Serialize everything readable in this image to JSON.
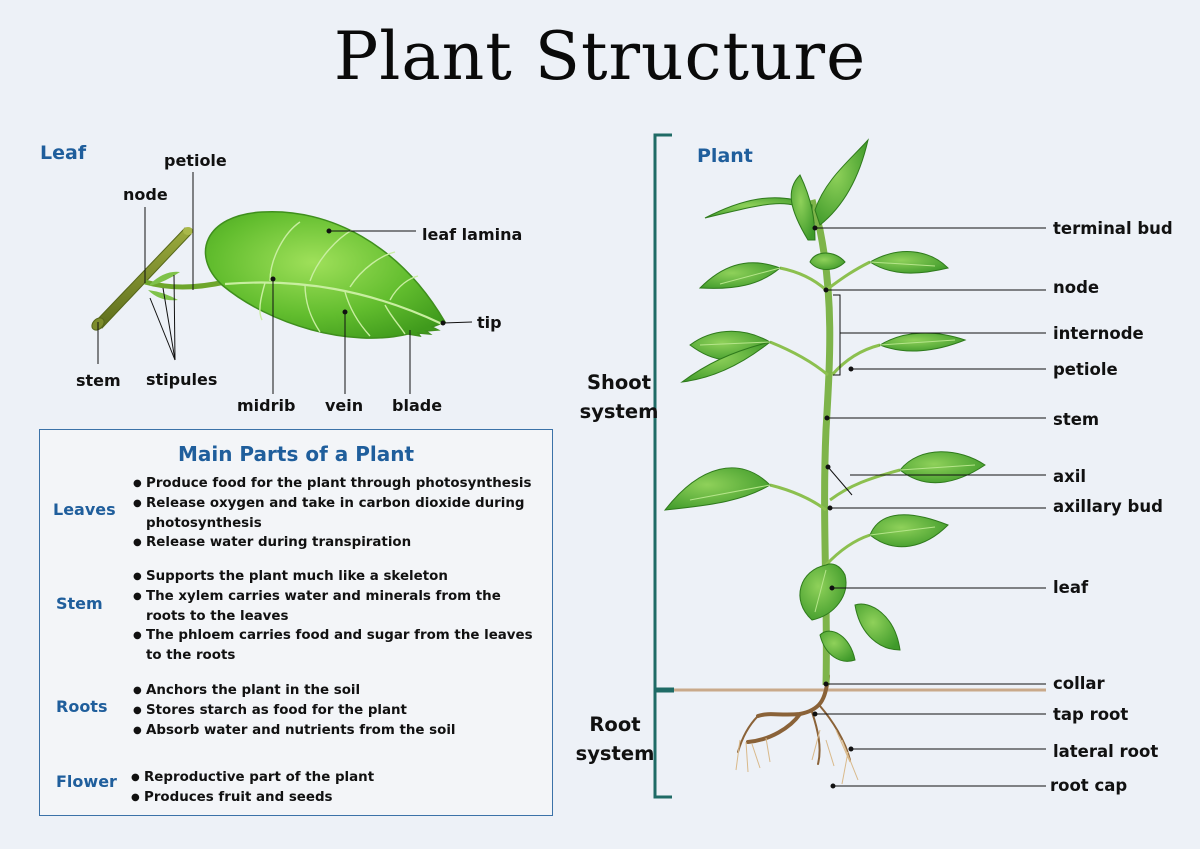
{
  "title": "Plant Structure",
  "leaf_section": {
    "heading": "Leaf",
    "labels": {
      "petiole": "petiole",
      "node": "node",
      "leaf_lamina": "leaf lamina",
      "tip": "tip",
      "stem": "stem",
      "stipules": "stipules",
      "midrib": "midrib",
      "vein": "vein",
      "blade": "blade"
    }
  },
  "main_parts": {
    "heading": "Main Parts of a Plant",
    "parts": [
      {
        "name": "Leaves",
        "bullets": [
          "Produce food for the plant through photosynthesis",
          "Release oxygen and take in carbon dioxide during photosynthesis",
          "Release water during transpiration"
        ]
      },
      {
        "name": "Stem",
        "bullets": [
          "Supports the plant much like a skeleton",
          "The xylem carries water and minerals from the roots to the leaves",
          "The phloem carries food and sugar from the leaves to the roots"
        ]
      },
      {
        "name": "Roots",
        "bullets": [
          "Anchors the plant in the soil",
          "Stores starch as food for the plant",
          "Absorb water and nutrients from the soil"
        ]
      },
      {
        "name": "Flower",
        "bullets": [
          "Reproductive part of the plant",
          "Produces fruit and seeds"
        ]
      }
    ]
  },
  "plant_section": {
    "heading": "Plant",
    "shoot_system": [
      "Shoot",
      "system"
    ],
    "root_system": [
      "Root",
      "system"
    ],
    "labels": {
      "terminal_bud": "terminal bud",
      "node": "node",
      "internode": "internode",
      "petiole": "petiole",
      "stem": "stem",
      "axil": "axil",
      "axillary_bud": "axillary bud",
      "leaf": "leaf",
      "collar": "collar",
      "tap_root": "tap root",
      "lateral_root": "lateral root",
      "root_cap": "root cap"
    }
  },
  "colors": {
    "heading_blue": "#1f5e9c",
    "bracket_teal": "#1f6b66",
    "leaf_green": "#6cc23a",
    "soil_line": "#c9a98a"
  }
}
